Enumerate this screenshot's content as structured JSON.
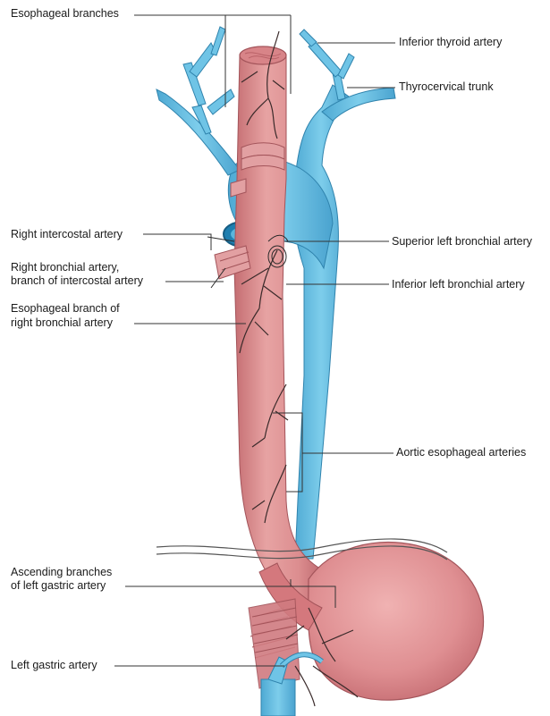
{
  "labels": {
    "esophageal_branches": "Esophageal branches",
    "inferior_thyroid_artery": "Inferior thyroid artery",
    "thyrocervical_trunk": "Thyrocervical trunk",
    "right_intercostal_artery": "Right intercostal artery",
    "superior_left_bronchial_artery": "Superior left bronchial artery",
    "right_bronchial_artery_line1": "Right bronchial artery,",
    "right_bronchial_artery_line2": "branch of intercostal artery",
    "inferior_left_bronchial_artery": "Inferior left bronchial artery",
    "esophageal_branch_rba_line1": "Esophageal branch of",
    "esophageal_branch_rba_line2": "right bronchial artery",
    "aortic_esophageal_arteries": "Aortic esophageal arteries",
    "ascending_branches_line1": "Ascending branches",
    "ascending_branches_line2": "of left gastric artery",
    "left_gastric_artery": "Left gastric artery"
  },
  "colors": {
    "esophagus_fill": "#d98a8a",
    "esophagus_dark": "#b85f63",
    "artery_fill": "#6fc4e6",
    "artery_dark": "#3a93bf",
    "vessel_line": "#3a2a2a",
    "leader_line": "#333333"
  }
}
